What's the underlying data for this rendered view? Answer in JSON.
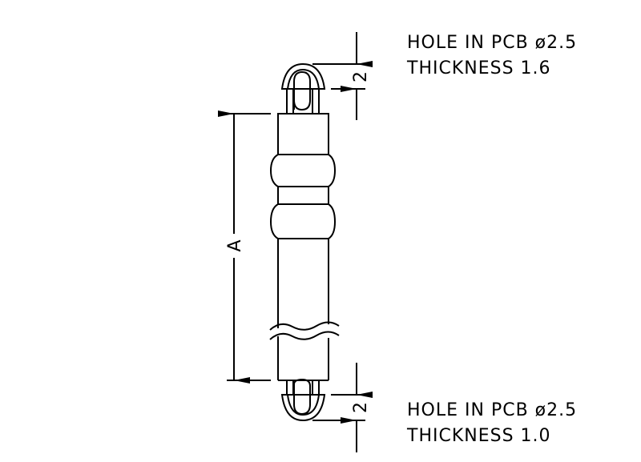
{
  "top_note": {
    "line1": "HOLE IN PCB ø2.5",
    "line2": "THICKNESS 1.6"
  },
  "bottom_note": {
    "line1": "HOLE IN PCB ø2.5",
    "line2": "THICKNESS 1.0"
  },
  "dimensions": {
    "length_label": "A",
    "top_head_height": "2",
    "bottom_head_height": "2"
  }
}
